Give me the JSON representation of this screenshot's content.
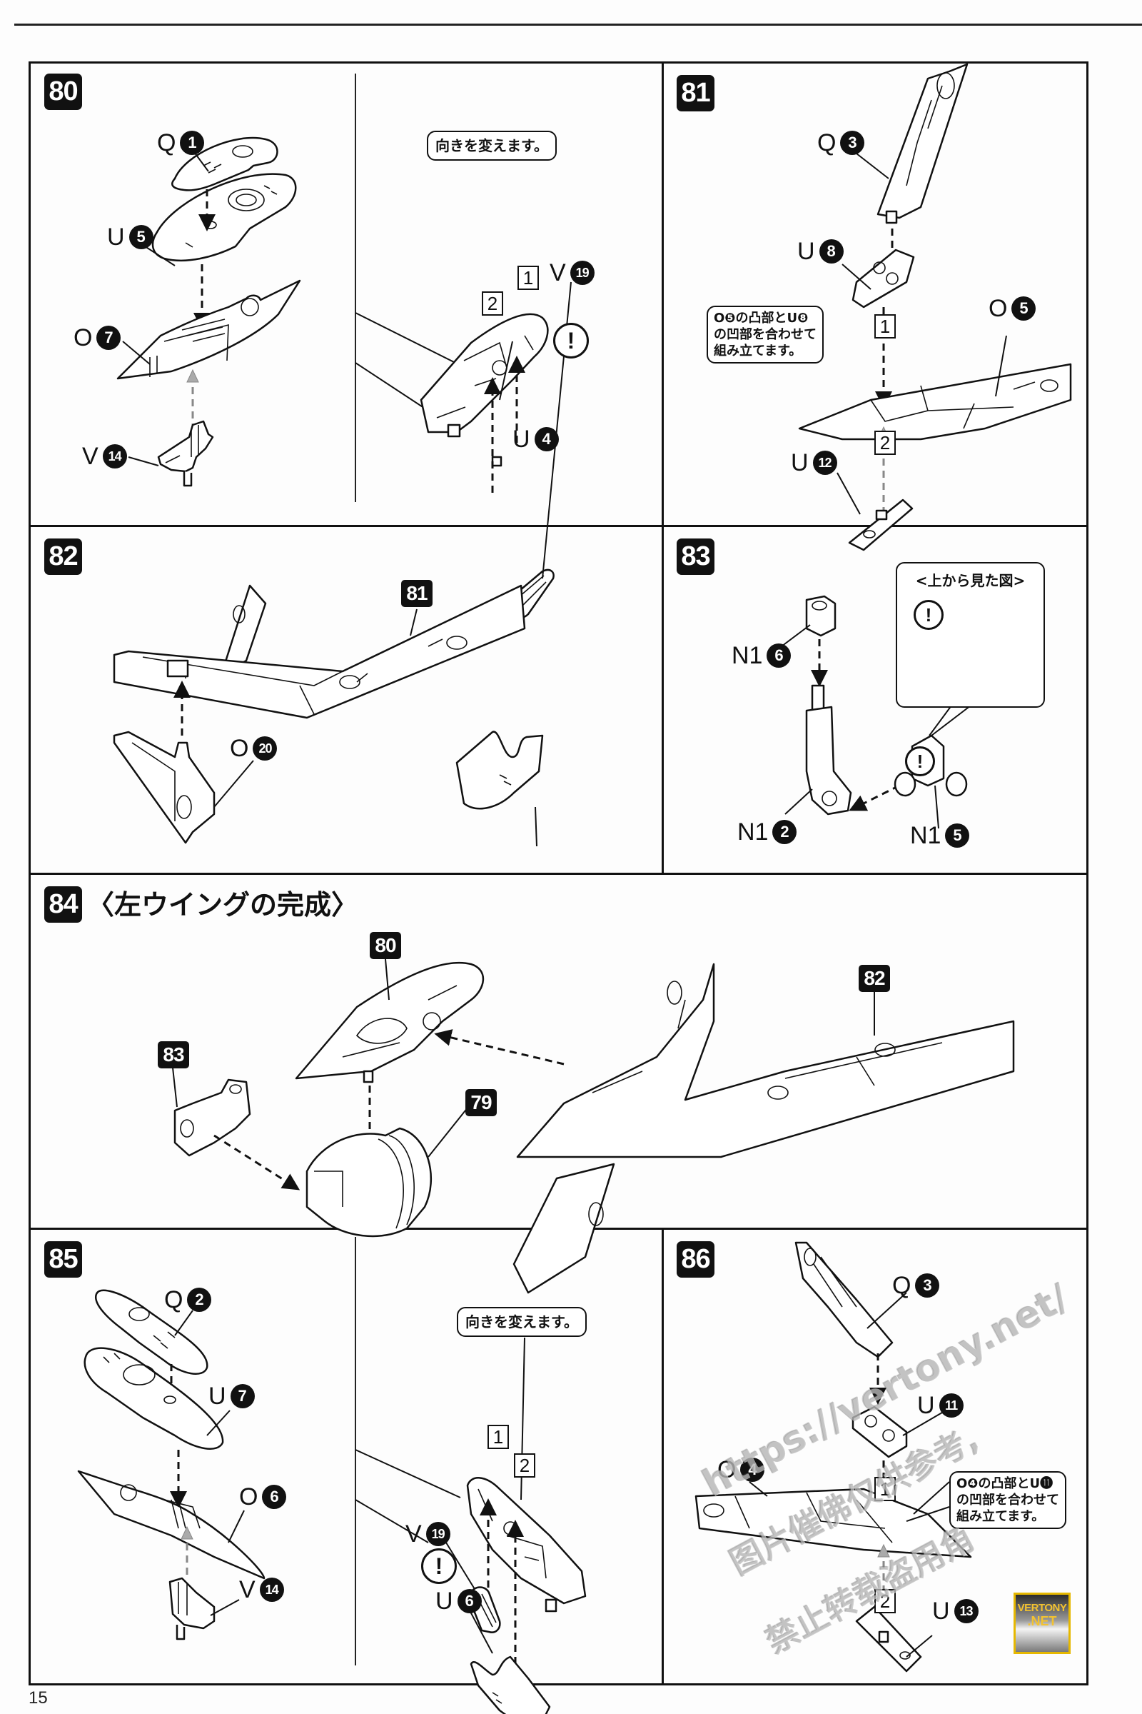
{
  "page": {
    "page_number": "15",
    "colors": {
      "ink": "#111111",
      "paper": "#fdfdfd",
      "logo_gold": "#f2c230",
      "watermark": "#787878"
    }
  },
  "steps": {
    "s80": {
      "number": "80",
      "parts": [
        {
          "letter": "Q",
          "num": "1"
        },
        {
          "letter": "U",
          "num": "5"
        },
        {
          "letter": "O",
          "num": "7"
        },
        {
          "letter": "V",
          "num": "14"
        },
        {
          "letter": "V",
          "num": "19"
        },
        {
          "letter": "U",
          "num": "4"
        }
      ],
      "callout": "向きを変えます。",
      "order": [
        "1",
        "2"
      ],
      "caution": "!"
    },
    "s81": {
      "number": "81",
      "parts": [
        {
          "letter": "Q",
          "num": "3"
        },
        {
          "letter": "U",
          "num": "8"
        },
        {
          "letter": "O",
          "num": "5"
        },
        {
          "letter": "U",
          "num": "12"
        }
      ],
      "callout": "O❺の凸部とU❽\nの凹部を合わせて\n組み立てます。",
      "order": [
        "1",
        "2"
      ]
    },
    "s82": {
      "number": "82",
      "sub_ref": "81",
      "parts": [
        {
          "letter": "O",
          "num": "20"
        }
      ]
    },
    "s83": {
      "number": "83",
      "parts": [
        {
          "letter": "N1",
          "num": "6"
        },
        {
          "letter": "N1",
          "num": "2"
        },
        {
          "letter": "N1",
          "num": "5"
        }
      ],
      "inset_title": "<上から見た図>",
      "caution": "!"
    },
    "s84": {
      "number": "84",
      "title": "〈左ウイングの完成〉",
      "refs": [
        "80",
        "83",
        "79",
        "82"
      ]
    },
    "s85": {
      "number": "85",
      "parts": [
        {
          "letter": "Q",
          "num": "2"
        },
        {
          "letter": "U",
          "num": "7"
        },
        {
          "letter": "O",
          "num": "6"
        },
        {
          "letter": "V",
          "num": "14"
        },
        {
          "letter": "V",
          "num": "19"
        },
        {
          "letter": "U",
          "num": "6"
        }
      ],
      "callout": "向きを変えます。",
      "order": [
        "1",
        "2"
      ],
      "caution": "!"
    },
    "s86": {
      "number": "86",
      "parts": [
        {
          "letter": "Q",
          "num": "3"
        },
        {
          "letter": "U",
          "num": "11"
        },
        {
          "letter": "O",
          "num": "4"
        },
        {
          "letter": "U",
          "num": "13"
        }
      ],
      "callout": "O❹の凸部とU⓫\nの凹部を合わせて\n組み立てます。",
      "order": [
        "1",
        "2"
      ]
    }
  },
  "watermark": {
    "url": "https://vertony.net/",
    "line2": "图片催佛仅供参考,",
    "line3": "禁止转载盗用角"
  },
  "logo": {
    "line1": "VERTONY",
    "line2": ".NET"
  }
}
